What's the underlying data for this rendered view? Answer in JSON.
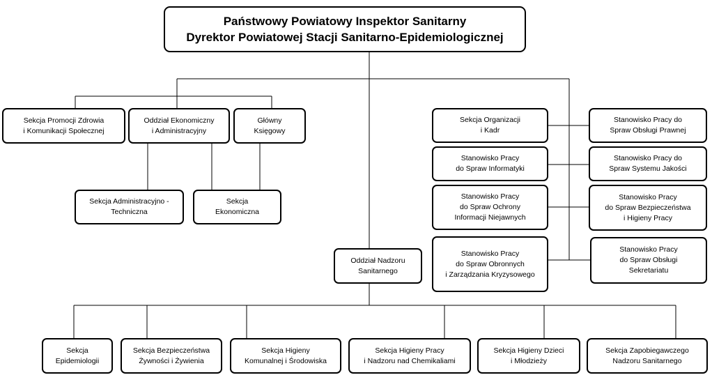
{
  "root": {
    "line1": "Państwowy Powiatowy Inspektor Sanitarny",
    "line2": "Dyrektor Powiatowej Stacji Sanitarno-Epidemiologicznej"
  },
  "left_group": {
    "promocja": [
      "Sekcja Promocji Zdrowia",
      "i Komunikacji Społecznej"
    ],
    "ekonomiczny": [
      "Oddział Ekonomiczny",
      "i Administracyjny"
    ],
    "ksiegowy": [
      "Główny",
      "Księgowy"
    ],
    "administracyjno": [
      "Sekcja Administracyjno -",
      "Techniczna"
    ],
    "sekcja_ekonomiczna": [
      "Sekcja",
      "Ekonomiczna"
    ]
  },
  "right_group": {
    "organizacji": [
      "Sekcja Organizacji",
      "i Kadr"
    ],
    "informatyki": [
      "Stanowisko Pracy",
      "do Spraw Informatyki"
    ],
    "ochrony": [
      "Stanowisko Pracy",
      "do Spraw Ochrony",
      "Informacji Niejawnych"
    ],
    "obronnych": [
      "Stanowisko Pracy",
      "do Spraw Obronnych",
      "i Zarządzania Kryzysowego"
    ],
    "prawnej": [
      "Stanowisko Pracy do",
      "Spraw Obsługi Prawnej"
    ],
    "jakosci": [
      "Stanowisko Pracy do",
      "Spraw Systemu Jakości"
    ],
    "bhp": [
      "Stanowisko Pracy",
      "do Spraw Bezpieczeństwa",
      "i Higieny Pracy"
    ],
    "sekretariatu": [
      "Stanowisko Pracy",
      "do Spraw Obsługi",
      "Sekretariatu"
    ]
  },
  "nadzor": {
    "oddzial": [
      "Oddział Nadzoru",
      "Sanitarnego"
    ],
    "epidemiologii": [
      "Sekcja",
      "Epidemiologii"
    ],
    "zywnosci": [
      "Sekcja Bezpieczeństwa",
      "Żywności i Żywienia"
    ],
    "komunalnej": [
      "Sekcja Higieny",
      "Komunalnej i Środowiska"
    ],
    "chemikaliami": [
      "Sekcja Higieny Pracy",
      "i Nadzoru nad Chemikaliami"
    ],
    "dzieci": [
      "Sekcja Higieny Dzieci",
      "i Młodzieży"
    ],
    "zapobiegawczego": [
      "Sekcja Zapobiegawczego",
      "Nadzoru Sanitarnego"
    ]
  }
}
